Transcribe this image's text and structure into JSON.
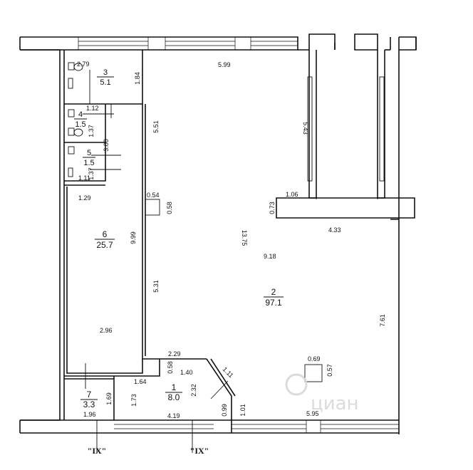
{
  "rooms": [
    {
      "id": "3",
      "number": "3",
      "area": "5.1"
    },
    {
      "id": "4",
      "number": "4",
      "area": "1.5"
    },
    {
      "id": "5",
      "number": "5",
      "area": "1.5"
    },
    {
      "id": "6",
      "number": "6",
      "area": "25.7"
    },
    {
      "id": "2",
      "number": "2",
      "area": "97.1"
    },
    {
      "id": "1",
      "number": "1",
      "area": "8.0"
    },
    {
      "id": "7",
      "number": "7",
      "area": "3.3"
    }
  ],
  "dimensions": {
    "d_2_79": "2.79",
    "d_1_84": "1.84",
    "d_5_99": "5.99",
    "d_1_12": "1.12",
    "d_1_37a": "1.37",
    "d_3_00": "3.00",
    "d_1_11": "1.11",
    "d_1_37b": "1.37",
    "d_5_51": "5.51",
    "d_5_43": "5.43",
    "d_1_29": "1.29",
    "d_0_54": "0.54",
    "d_0_58a": "0.58",
    "d_1_06": "1.06",
    "d_0_73": "0.73",
    "d_4_33": "4.33",
    "d_9_99": "9.99",
    "d_13_75": "13.75",
    "d_9_18": "9.18",
    "d_5_31": "5.31",
    "d_7_61": "7.61",
    "d_2_96": "2.96",
    "d_2_29": "2.29",
    "d_0_69": "0.69",
    "d_0_57": "0.57",
    "d_0_58b": "0.58",
    "d_1_40": "1.40",
    "d_1_11b": "1.11",
    "d_1_64": "1.64",
    "d_2_32": "2.32",
    "d_1_69": "1.69",
    "d_1_73": "1.73",
    "d_0_99": "0.99",
    "d_1_01": "1.01",
    "d_1_96": "1.96",
    "d_4_19": "4.19",
    "d_5_95": "5.95"
  },
  "sections": {
    "left": "\"IX\"",
    "right": "\"IX\""
  },
  "watermark": {
    "text": "циан"
  }
}
